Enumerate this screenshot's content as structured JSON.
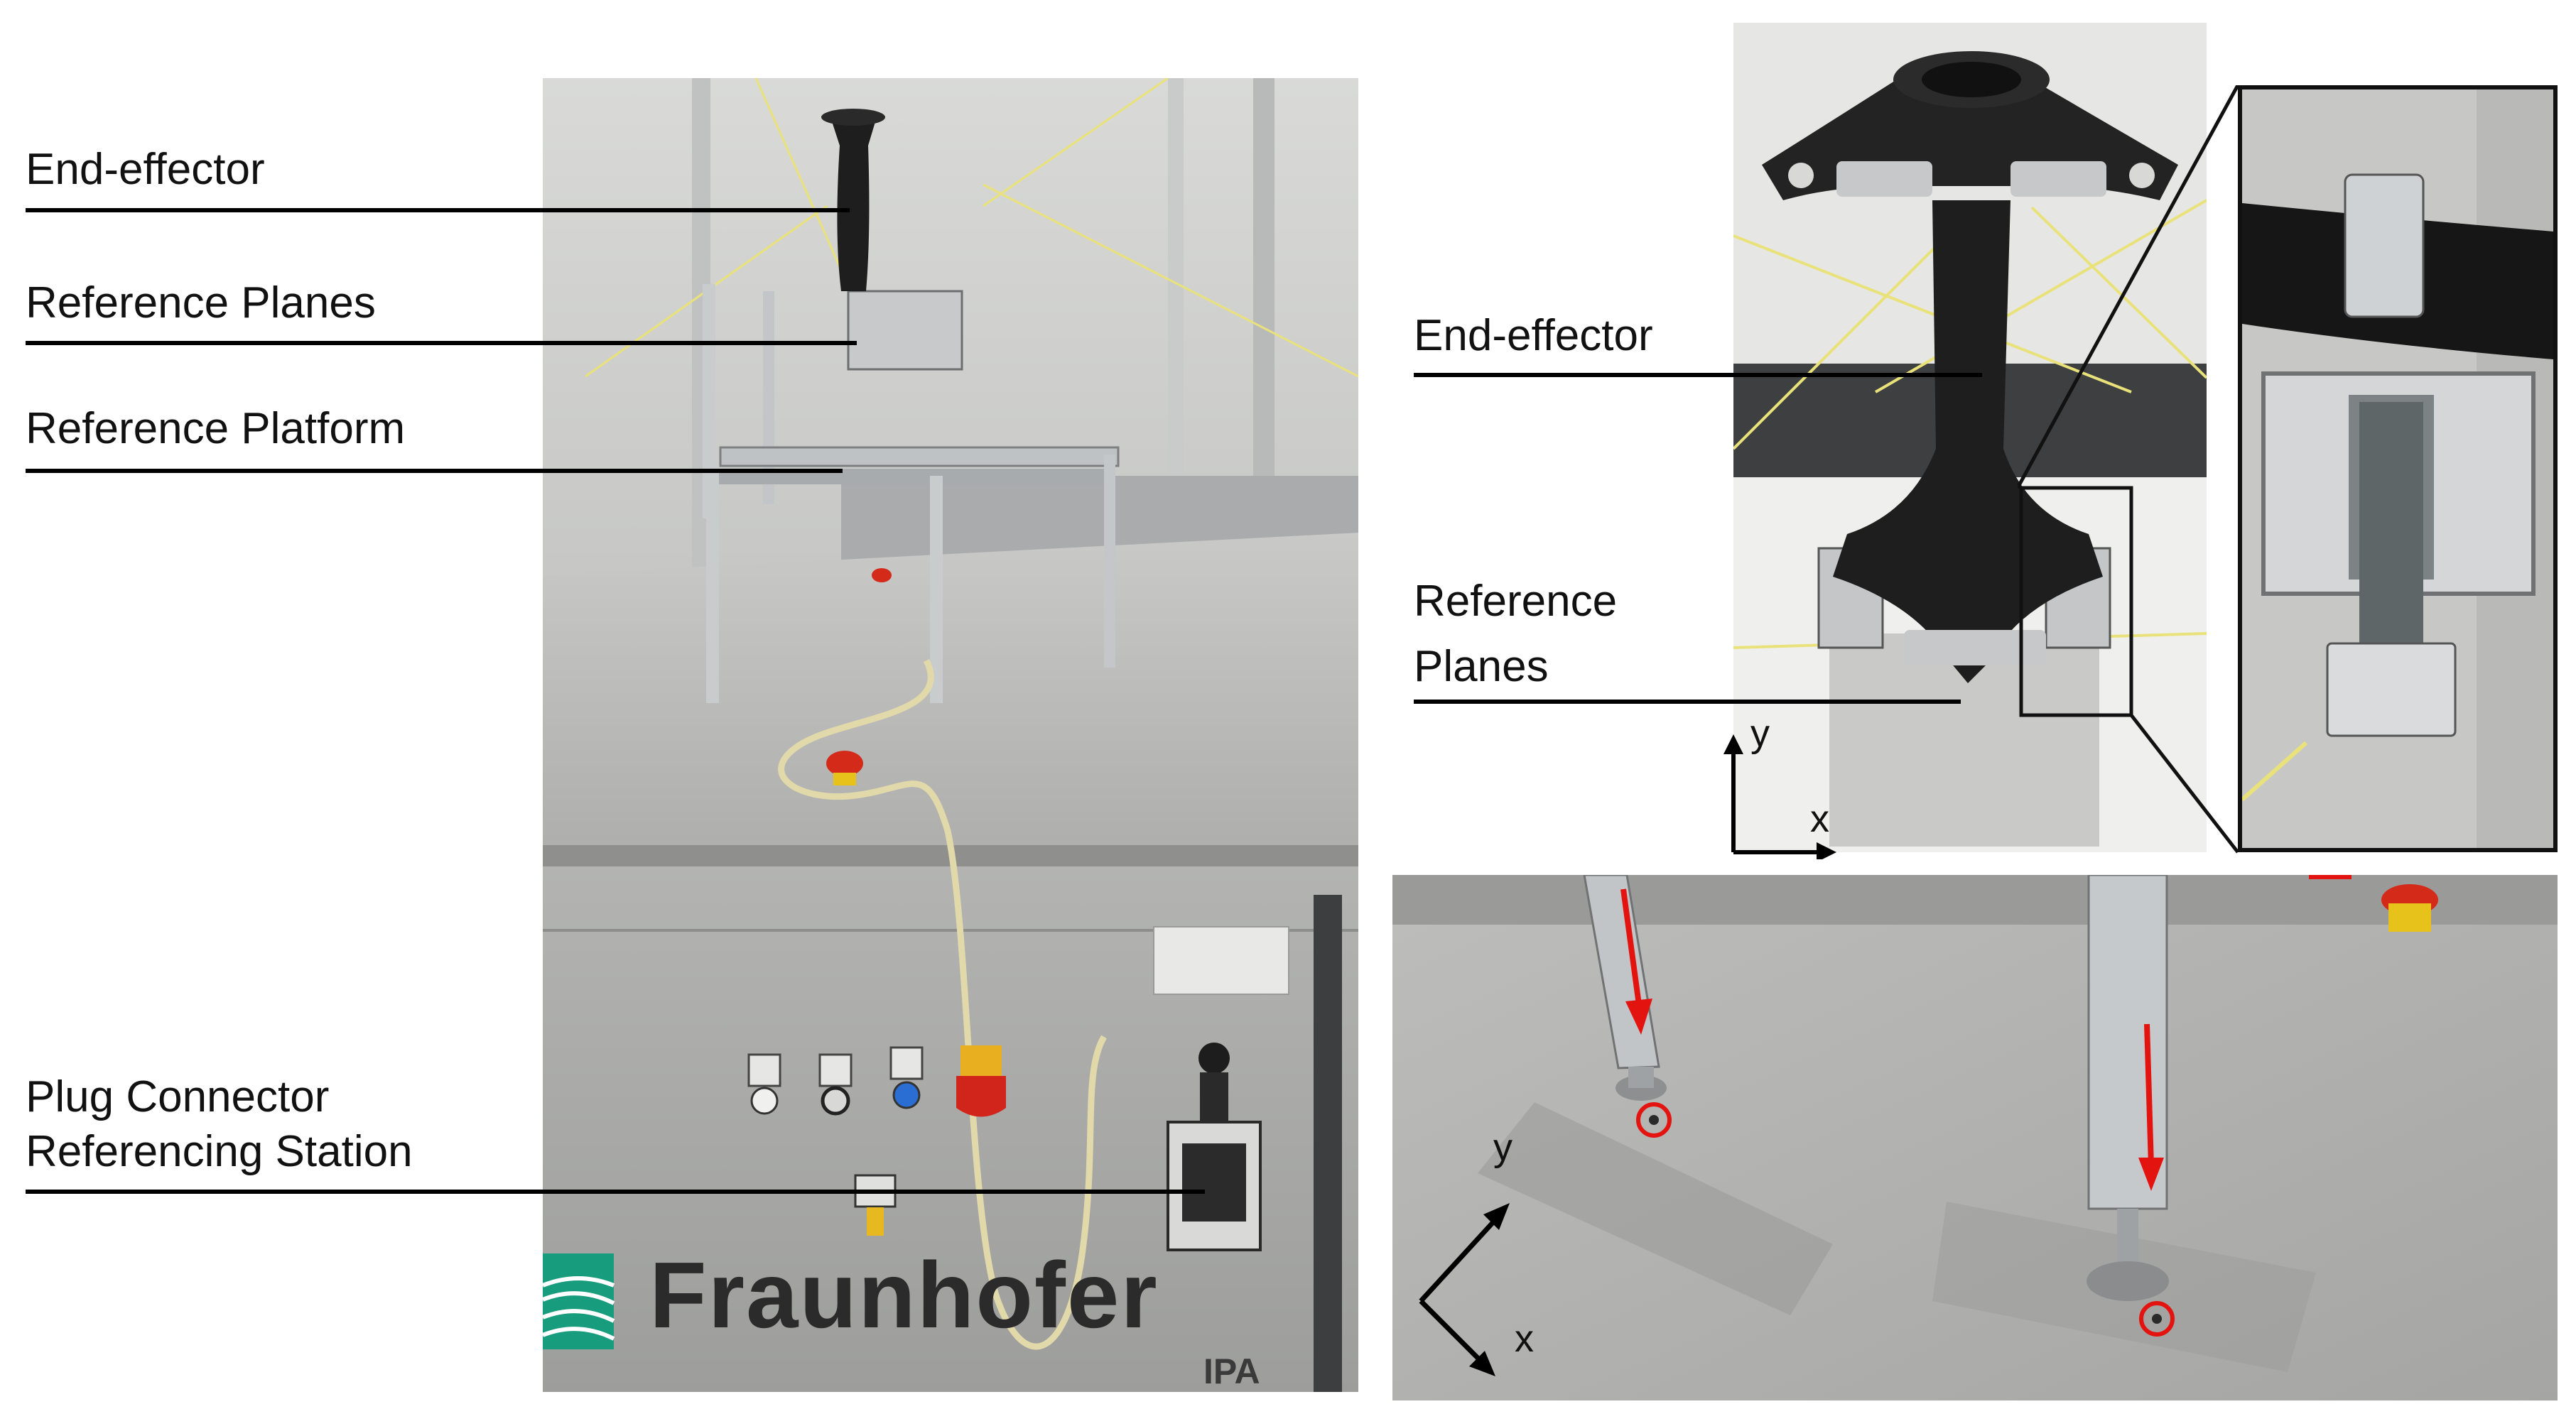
{
  "labels": {
    "left": {
      "end_effector": "End-effector",
      "reference_planes": "Reference  Planes",
      "reference_platform": "Reference  Platform",
      "plug_connector_line1": "Plug Connector",
      "plug_connector_line2": "Referencing Station"
    },
    "top_right": {
      "end_effector": "End-effector",
      "reference_line1": "Reference",
      "reference_line2": "Planes",
      "axis_y": "y",
      "axis_x": "x"
    },
    "bottom_right": {
      "axis_y": "y",
      "axis_x": "x"
    }
  },
  "photo_text": {
    "brand": "Fraunhofer",
    "institute": "IPA"
  },
  "colors": {
    "annotation_red": "#e3140f",
    "leader_black": "#000000",
    "table_gray": "#b9b9b7",
    "housing_gray": "#a9aaa8",
    "brand_green": "#179c7d",
    "end_effector_black": "#1e1e1e",
    "cable_yellow": "#e9e27a"
  }
}
